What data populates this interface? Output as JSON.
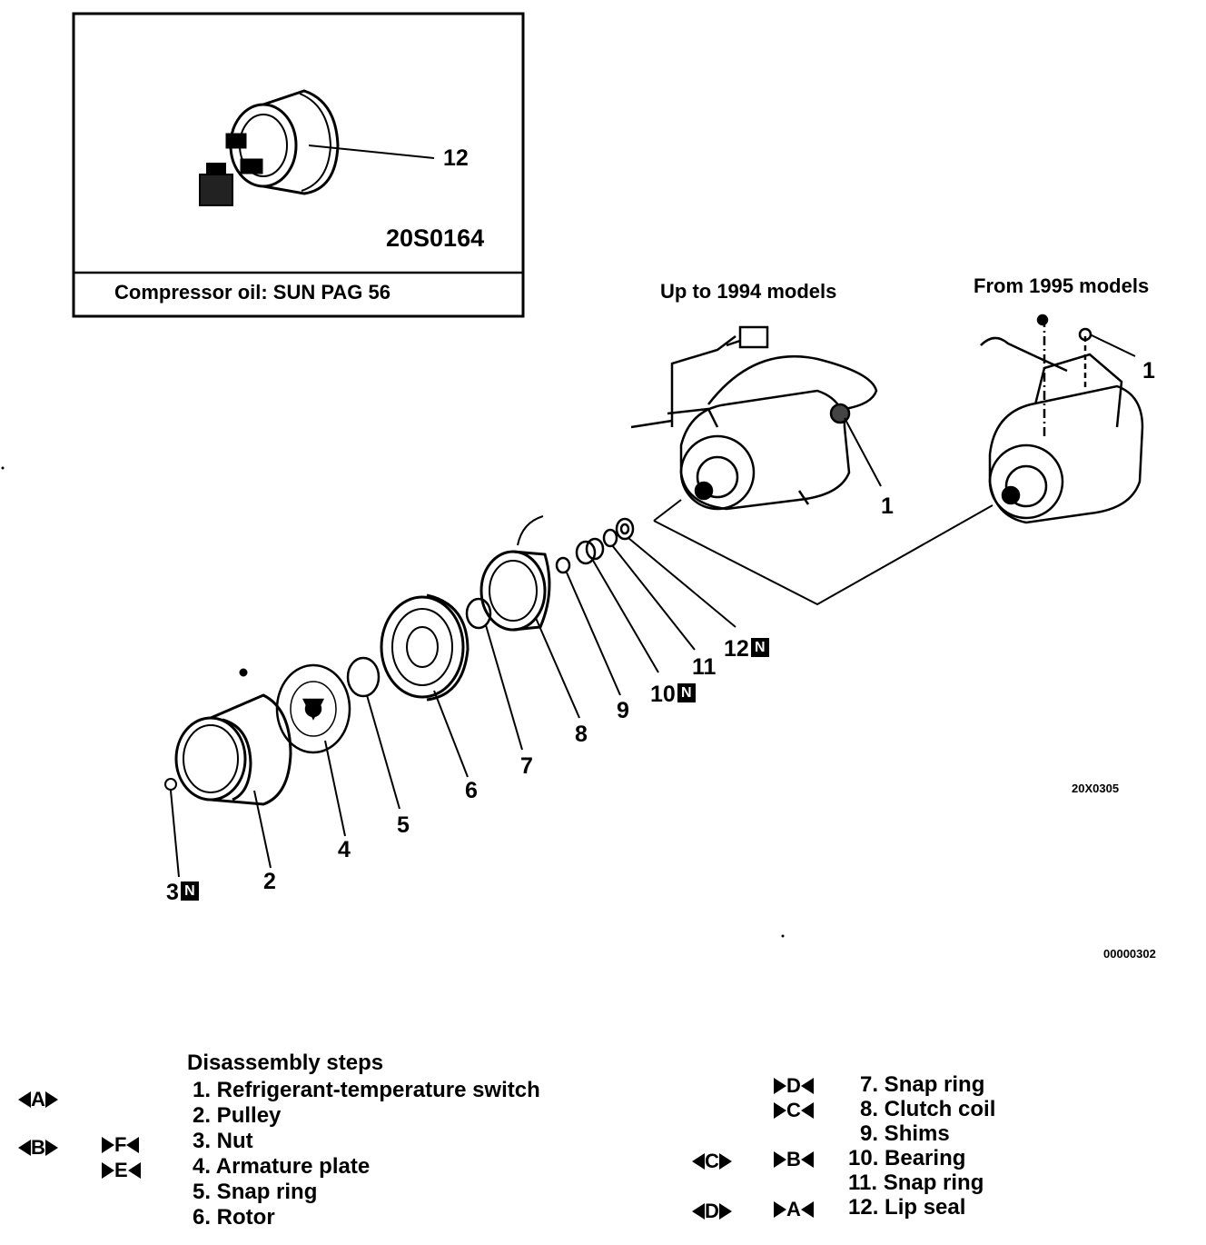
{
  "inset": {
    "callout": "12",
    "code": "20S0164",
    "caption": "Compressor oil: SUN PAG 56"
  },
  "headings": {
    "early": "Up to 1994 models",
    "late": "From 1995 models"
  },
  "callouts": {
    "c1a": "1",
    "c1b": "1",
    "c2": "2",
    "c3": "3",
    "c4": "4",
    "c5": "5",
    "c6": "6",
    "c7": "7",
    "c8": "8",
    "c9": "9",
    "c10": "10",
    "c11": "11",
    "c12": "12",
    "n_mark": "N"
  },
  "figure_codes": {
    "main": "20X0305",
    "page": "00000302"
  },
  "steps": {
    "title": "Disassembly steps",
    "items": [
      "1. Refrigerant-temperature switch",
      "2. Pulley",
      "3. Nut",
      "4. Armature plate",
      "5. Snap ring",
      "6. Rotor",
      "7. Snap ring",
      "8. Clutch coil",
      "9. Shims",
      "10. Bearing",
      "11. Snap ring",
      "12. Lip seal"
    ],
    "marks": {
      "A": "A",
      "B": "B",
      "C": "C",
      "D": "D",
      "E": "E",
      "F": "F"
    }
  }
}
